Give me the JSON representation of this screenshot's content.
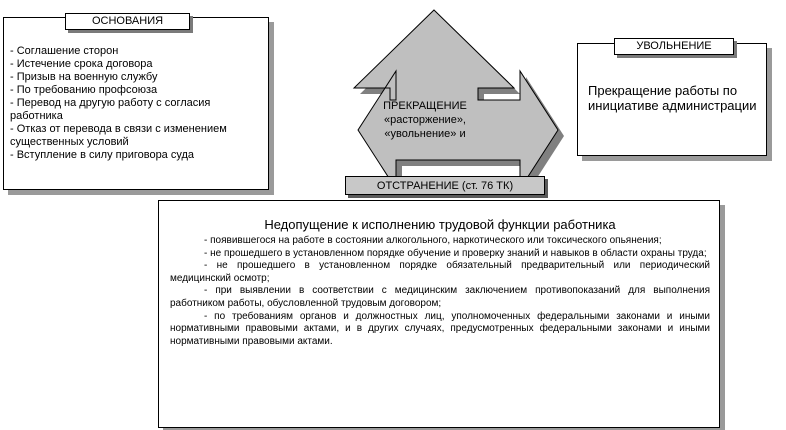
{
  "osnovaniya": {
    "title": "ОСНОВАНИЯ",
    "items": [
      "- Соглашение сторон",
      "- Истечение срока договора",
      "- Призыв на военную службу",
      "- По требованию профсоюза",
      "- Перевод на другую работу с согласия работника",
      "- Отказ от перевода в связи с изменением существенных условий",
      "- Вступление в силу приговора суда"
    ]
  },
  "uvolnenie": {
    "title": "УВОЛЬНЕНИЕ",
    "text": "Прекращение работы по инициативе администрации"
  },
  "arrow": {
    "line1": "ПРЕКРАЩЕНИЕ",
    "line2": "«расторжение»,",
    "line3": "«увольнение» и"
  },
  "otstranenie": {
    "title": "ОТСТРАНЕНИЕ (ст. 76 ТК)",
    "heading": "Недопущение к исполнению трудовой функции работника",
    "items": [
      "- появившегося на работе в состоянии алкогольного, наркотического или токсического опьянения;",
      "- не прошедшего в установленном порядке обучение и проверку знаний и навыков в области охраны труда;",
      "- не прошедшего в установленном порядке обязательный предварительный или периодический медицинский осмотр;",
      "- при выявлении в соответствии с медицинским заключением противопоказаний для выполнения работником работы, обусловленной трудовым договором;",
      "- по требованиям органов и должностных лиц, уполномоченных федеральными законами и иными нормативными правовыми актами, и в других случаях, предусмотренных федеральными законами и иными нормативными правовыми актами."
    ]
  },
  "colors": {
    "arrow_fill": "#bfbfbf",
    "shadow": "#9a9a9a",
    "tag_gray": "#c8c8c8"
  }
}
